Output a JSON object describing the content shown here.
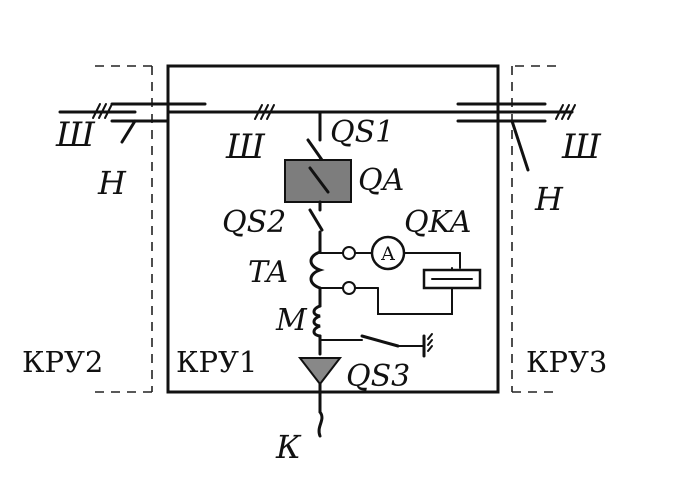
{
  "labels": {
    "bus_left": "Ш",
    "bus_center": "Ш",
    "bus_right": "Ш",
    "n_left": "Н",
    "n_right": "Н",
    "qs1": "QS1",
    "qa": "QA",
    "qs2": "QS2",
    "qka": "QKA",
    "ta": "TA",
    "m": "M",
    "qs3": "QS3",
    "k": "К",
    "kru1": "КРУ1",
    "kru2": "КРУ2",
    "kru3": "КРУ3",
    "ammeter": "A"
  },
  "colors": {
    "line": "#111111",
    "breaker_fill": "#7d7d7d"
  }
}
